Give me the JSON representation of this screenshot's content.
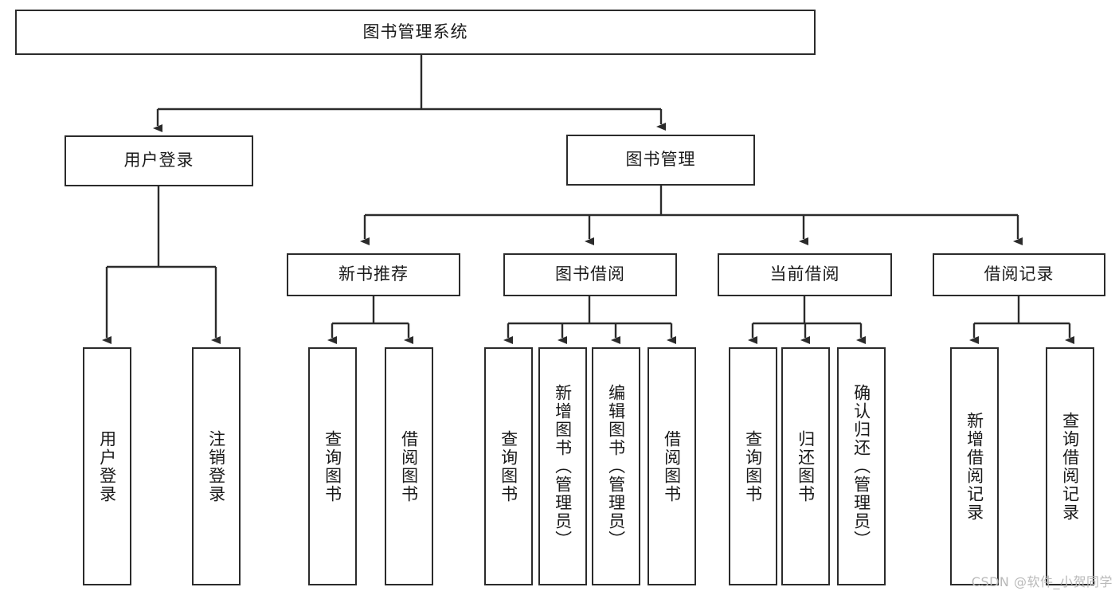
{
  "diagram": {
    "title": "图书管理系统",
    "type": "function-tree",
    "root": {
      "label": "图书管理系统"
    },
    "level1": [
      {
        "label": "用户登录"
      },
      {
        "label": "图书管理"
      }
    ],
    "level2": [
      {
        "label": "新书推荐"
      },
      {
        "label": "图书借阅"
      },
      {
        "label": "当前借阅"
      },
      {
        "label": "借阅记录"
      }
    ],
    "leaves": {
      "user_login": [
        "用户登录",
        "注销登录"
      ],
      "new_book": [
        "查询图书",
        "借阅图书"
      ],
      "book_borrow": [
        "查询图书",
        "新增图书（管理员）",
        "编辑图书（管理员）",
        "借阅图书"
      ],
      "current_borrow": [
        "查询图书",
        "归还图书",
        "确认归还（管理员）"
      ],
      "borrow_record": [
        "新增借阅记录",
        "查询借阅记录"
      ]
    }
  },
  "watermark": {
    "text": "CSDN @软件_小贺同学"
  },
  "colors": {
    "stroke": "#2b2b2b",
    "background": "#ffffff",
    "text": "#1a1a1a",
    "watermark": "#b9b9b9"
  }
}
